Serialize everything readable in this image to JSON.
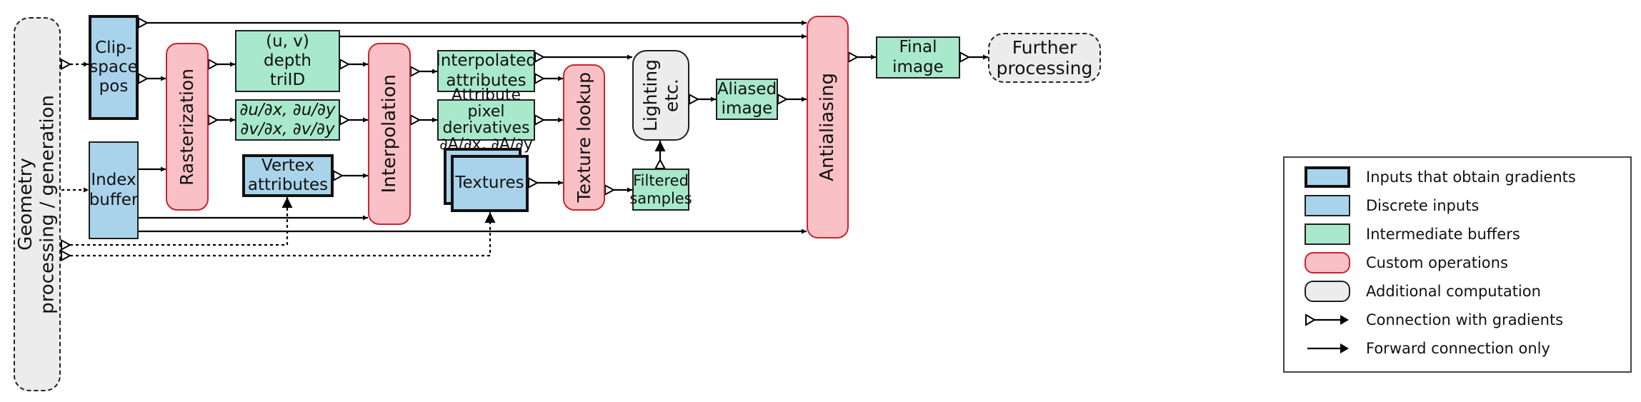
{
  "nodes": {
    "geometry": "Geometry\nprocessing / generation",
    "clip_space_pos": "Clip-\nspace\npos",
    "index_buffer": "Index\nbuffer",
    "rasterization": "Rasterization",
    "uv_depth_triid": "(u, v)\ndepth\ntriID",
    "uv_derivatives": "∂u/∂x, ∂u/∂y\n∂v/∂x, ∂v/∂y",
    "vertex_attributes": "Vertex\nattributes",
    "interpolation": "Interpolation",
    "interpolated_attributes": "Interpolated\nattributes",
    "attribute_pixel_derivatives": "Attribute pixel\nderivatives\n∂A/∂x, ∂A/∂y",
    "textures": "Textures",
    "texture_lookup": "Texture lookup",
    "lighting": "Lighting\netc.",
    "filtered_samples": "Filtered\nsamples",
    "aliased_image": "Aliased\nimage",
    "antialiasing": "Antialiasing",
    "final_image": "Final\nimage",
    "further_processing": "Further\nprocessing"
  },
  "legend": [
    {
      "label": "Inputs that obtain gradients",
      "kind": "blue-bold"
    },
    {
      "label": "Discrete inputs",
      "kind": "blue"
    },
    {
      "label": "Intermediate buffers",
      "kind": "green"
    },
    {
      "label": "Custom operations",
      "kind": "red"
    },
    {
      "label": "Additional computation",
      "kind": "gray"
    },
    {
      "label": "Connection with gradients",
      "kind": "arrow-gradient"
    },
    {
      "label": "Forward connection only",
      "kind": "arrow-forward"
    }
  ],
  "colors": {
    "input_blue": "#a9d3ea",
    "buffer_green": "#a8e8cb",
    "operation_red_fill": "#f9c1c5",
    "operation_red_border": "#c9252f",
    "additional_gray": "#ececec"
  }
}
